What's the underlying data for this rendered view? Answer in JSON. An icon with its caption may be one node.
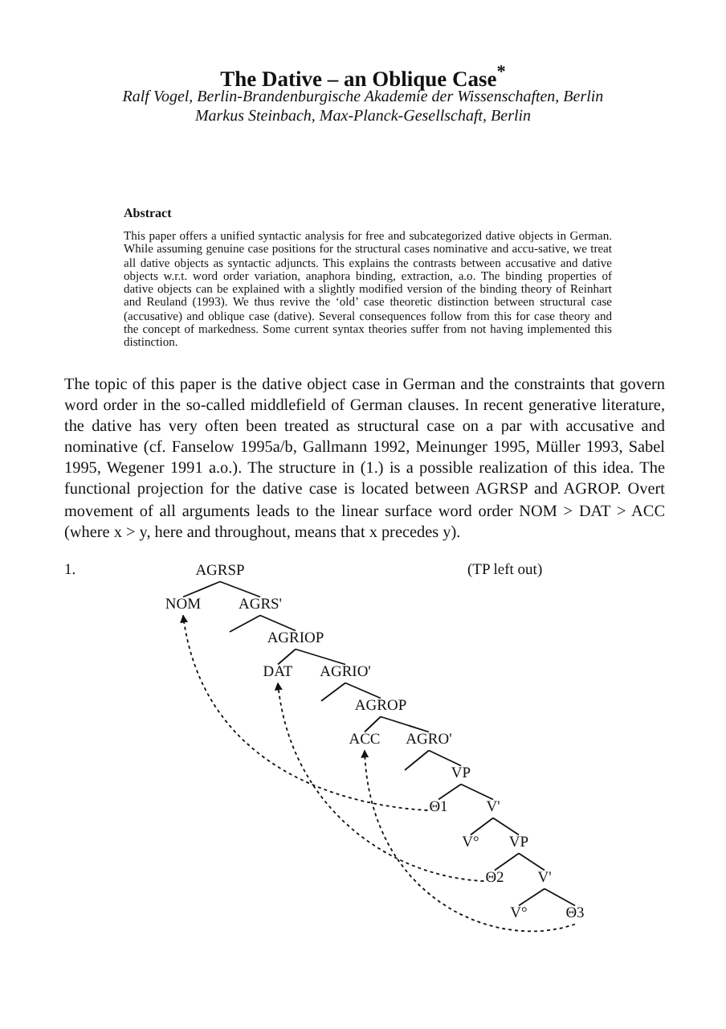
{
  "diagram": {
    "title": "The Dative – an Oblique Case$^{*}$",
    "nodes": [
      {
        "text": [
          "AGRSP"
        ]
      },
      {
        "text": [
          "NOM"
        ]
      },
      {
        "text": [
          "AGRS'"
        ]
      },
      {
        "text": [
          "AGRIOP"
        ]
      },
      {
        "text": [
          "DAT"
        ]
      },
      {
        "text": [
          "AGRIO'"
        ]
      },
      {
        "text": [
          "AGROP"
        ]
      },
      {
        "text": [
          "ACC"
        ]
      },
      {
        "text": [
          "AGRO'"
        ]
      },
      {
        "text": [
          "VP"
        ]
      },
      {
        "text": [
          "Θ1"
        ]
      },
      {
        "text": [
          "V'"
        ]
      },
      {
        "text": [
          "V°"
        ]
      },
      {
        "text": [
          "VP"
        ]
      },
      {
        "text": [
          "Θ2"
        ]
      },
      {
        "text": [
          "V'"
        ]
      },
      {
        "text": [
          "V°"
        ]
      },
      {
        "text": [
          "Θ3"
        ]
      }
    ],
    "edges": [
      {
        "from": 0,
        "to": 1,
        "arrow": "none"
      },
      {
        "from": 0,
        "to": 2,
        "arrow": "none"
      },
      {
        "from": 2,
        "to": null,
        "arrow": "none"
      },
      {
        "from": 2,
        "to": 3,
        "arrow": "none"
      },
      {
        "from": 3,
        "to": 4,
        "arrow": "none"
      },
      {
        "from": 3,
        "to": 5,
        "arrow": "none"
      },
      {
        "from": 5,
        "to": null,
        "arrow": "none"
      },
      {
        "from": 5,
        "to": 6,
        "arrow": "none"
      },
      {
        "from": 6,
        "to": 7,
        "arrow": "none"
      },
      {
        "from": 6,
        "to": 8,
        "arrow": "none"
      },
      {
        "from": 8,
        "to": null,
        "arrow": "none"
      },
      {
        "from": 8,
        "to": 9,
        "arrow": "none"
      },
      {
        "from": 9,
        "to": 10,
        "arrow": "none"
      },
      {
        "from": 9,
        "to": 11,
        "arrow": "none"
      },
      {
        "from": 11,
        "to": 12,
        "arrow": "none"
      },
      {
        "from": 11,
        "to": 13,
        "arrow": "none"
      },
      {
        "from": 13,
        "to": 14,
        "arrow": "none"
      },
      {
        "from": 13,
        "to": 15,
        "arrow": "none"
      },
      {
        "from": 15,
        "to": 16,
        "arrow": "none"
      },
      {
        "from": 15,
        "to": 17,
        "arrow": "none"
      },
      {
        "from": 10,
        "to": 1,
        "arrow": "to",
        "style": "dashed"
      },
      {
        "from": 14,
        "to": 4,
        "arrow": "to",
        "style": "dashed"
      },
      {
        "from": 17,
        "to": 7,
        "arrow": "to",
        "style": "dashed"
      }
    ],
    "labels": [
      "Ralf Vogel, Berlin-Brandenburgische Akademie der Wissenschaften, Berlin",
      "Markus Steinbach, Max-Planck-Gesellschaft, Berlin",
      "Abstract",
      "This paper offers a unified syntactic analysis for free and subcategorized dative objects in German. While assuming genuine case positions for the structural cases nominative and accu-sative, we treat all dative objects as syntactic adjuncts. This explains the contrasts between accusative and dative objects w.r.t. word order variation, anaphora binding, extraction, a.o. The binding properties of dative objects can be explained with a slightly modified version of the binding theory of Reinhart and Reuland (1993). We thus revive the ‘old’ case theoretic distinction between structural case (accusative) and oblique case (dative). Several consequences follow from this for case theory and the concept of markedness. Some current syntax theories suffer from not having implemented this distinction.",
      "The topic of this paper is the dative object case in German and the constraints that govern word order in the so-called middlefield of German clauses. In recent generative literature, the dative has very often been treated as structural case on a par with accusative and nominative (cf. Fanselow 1995a/b, Gallmann 1992, Meinunger 1995, Müller 1993, Sabel 1995, Wegener 1991 a.o.). The structure in (1.) is a possible realization of this idea. The functional projection for the dative case is located between AGRSP and AGROP. Overt movement of all arguments leads to the linear surface word order NOM > DAT > ACC (where x > y, here and throughout, means that x precedes y).",
      "1.",
      "(TP left out)"
    ]
  }
}
